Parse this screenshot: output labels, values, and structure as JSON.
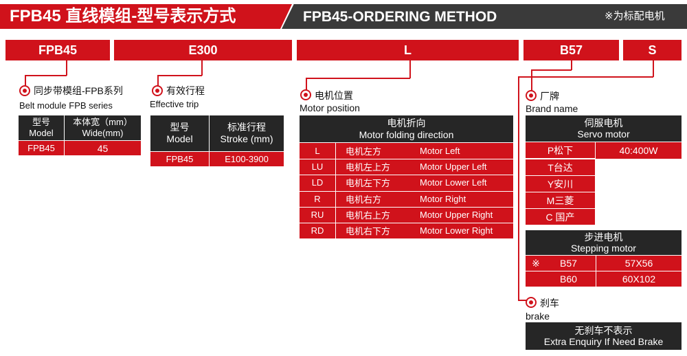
{
  "header": {
    "title_cn": "FPB45 直线模组-型号表示方式",
    "title_en": "FPB45-ORDERING METHOD",
    "note": "※为标配电机"
  },
  "code_boxes": [
    "FPB45",
    "E300",
    "L",
    "B57",
    "S"
  ],
  "sync_belt": {
    "label_cn": "同步带模组-FPB系列",
    "label_en": "Belt module FPB series",
    "headers": [
      [
        "型号",
        "Model"
      ],
      [
        "本体宽（mm）",
        "Wide(mm)"
      ]
    ],
    "row": [
      "FPB45",
      "45"
    ]
  },
  "trip": {
    "label_cn": "有效行程",
    "label_en": "Effective trip",
    "headers": [
      [
        "型号",
        "Model"
      ],
      [
        "标准行程",
        "Stroke (mm)"
      ]
    ],
    "row": [
      "FPB45",
      "E100-3900"
    ]
  },
  "motor_position": {
    "label_cn": "电机位置",
    "label_en": "Motor position",
    "table_title_cn": "电机折向",
    "table_title_en": "Motor folding direction",
    "rows": [
      [
        "L",
        "电机左方",
        "Motor Left"
      ],
      [
        "LU",
        "电机左上方",
        "Motor Upper Left"
      ],
      [
        "LD",
        "电机左下方",
        "Motor Lower Left"
      ],
      [
        "R",
        "电机右方",
        "Motor Right"
      ],
      [
        "RU",
        "电机右上方",
        "Motor Upper Right"
      ],
      [
        "RD",
        "电机右下方",
        "Motor Lower Right"
      ]
    ]
  },
  "brand": {
    "label_cn": "厂牌",
    "label_en": "Brand name",
    "servo_cn": "伺服电机",
    "servo_en": "Servo motor",
    "servo_spec": "40:400W",
    "servo_brands": [
      "P松下",
      "T台达",
      "Y安川",
      "M三菱",
      "C 国产"
    ],
    "stepping_cn": "步进电机",
    "stepping_en": "Stepping motor",
    "stepping_rows": [
      [
        "※",
        "B57",
        "57X56"
      ],
      [
        "",
        "B60",
        "60X102"
      ]
    ]
  },
  "brake": {
    "label_cn": "刹车",
    "label_en": "brake",
    "box_cn": "无刹车不表示",
    "box_en": "Extra Enquiry If Need Brake"
  },
  "colors": {
    "red": "#d0121b",
    "dark": "#262626"
  }
}
